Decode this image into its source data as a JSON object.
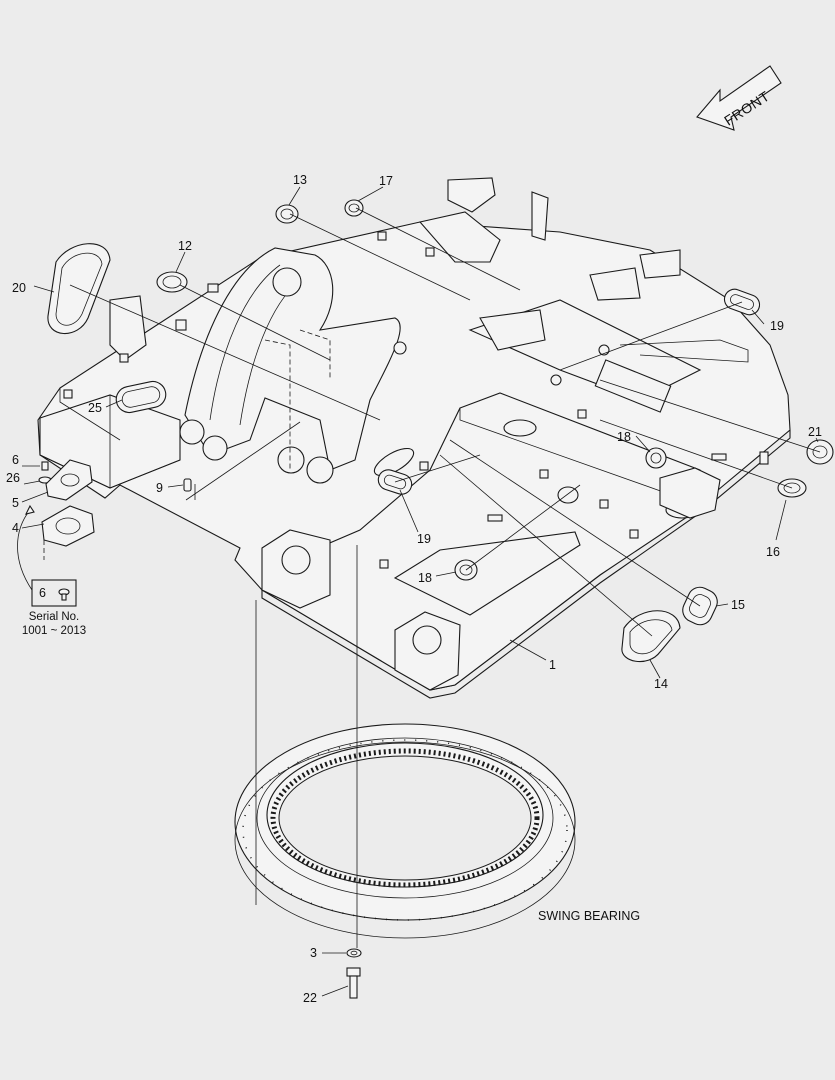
{
  "diagram": {
    "front_label": "FRONT",
    "swing_bearing_label": "SWING BEARING",
    "serial": {
      "part": "6",
      "label": "Serial No.",
      "range": "1001 ~ 2013"
    },
    "callouts": [
      {
        "id": "c13",
        "text": "13"
      },
      {
        "id": "c17",
        "text": "17"
      },
      {
        "id": "c12",
        "text": "12"
      },
      {
        "id": "c20",
        "text": "20"
      },
      {
        "id": "c19a",
        "text": "19"
      },
      {
        "id": "c25",
        "text": "25"
      },
      {
        "id": "c18a",
        "text": "18"
      },
      {
        "id": "c21",
        "text": "21"
      },
      {
        "id": "c6",
        "text": "6"
      },
      {
        "id": "c26",
        "text": "26"
      },
      {
        "id": "c5",
        "text": "5"
      },
      {
        "id": "c4",
        "text": "4"
      },
      {
        "id": "c9",
        "text": "9"
      },
      {
        "id": "c19b",
        "text": "19"
      },
      {
        "id": "c16",
        "text": "16"
      },
      {
        "id": "c18b",
        "text": "18"
      },
      {
        "id": "c15",
        "text": "15"
      },
      {
        "id": "c1",
        "text": "1"
      },
      {
        "id": "c14",
        "text": "14"
      },
      {
        "id": "c3",
        "text": "3"
      },
      {
        "id": "c22",
        "text": "22"
      }
    ]
  }
}
